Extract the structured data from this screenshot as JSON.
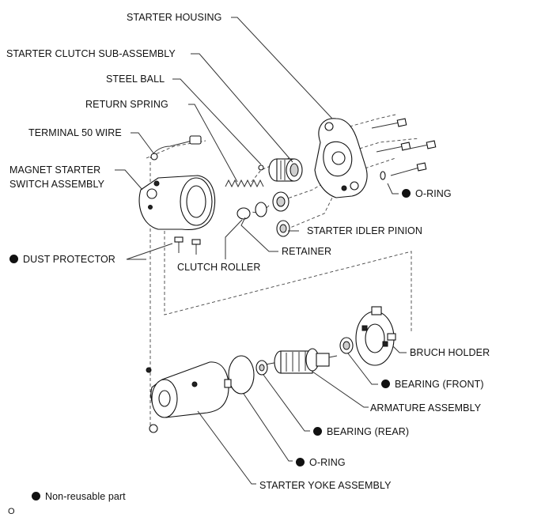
{
  "labels": {
    "starter_housing": "STARTER HOUSING",
    "starter_clutch": "STARTER CLUTCH SUB-ASSEMBLY",
    "steel_ball": "STEEL BALL",
    "return_spring": "RETURN SPRING",
    "terminal_50": "TERMINAL 50 WIRE",
    "magnet_switch_line1": "MAGNET STARTER",
    "magnet_switch_line2": "SWITCH ASSEMBLY",
    "o_ring_top": "O-RING",
    "idler_pinion": "STARTER IDLER PINION",
    "dust_protector": "DUST PROTECTOR",
    "retainer": "RETAINER",
    "clutch_roller": "CLUTCH ROLLER",
    "brush_holder": "BRUCH HOLDER",
    "bearing_front": "BEARING (FRONT)",
    "armature": "ARMATURE ASSEMBLY",
    "bearing_rear": "BEARING (REAR)",
    "o_ring_bottom": "O-RING",
    "yoke": "STARTER YOKE ASSEMBLY",
    "legend": "Non-reusable part",
    "footer_code": "O"
  },
  "colors": {
    "ink": "#111111",
    "background": "#ffffff"
  }
}
